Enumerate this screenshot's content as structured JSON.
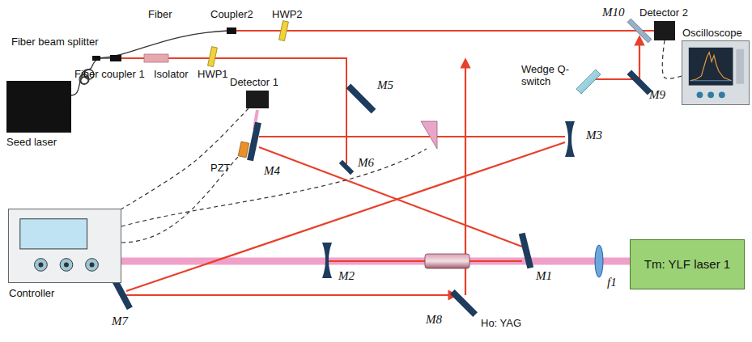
{
  "diagram": {
    "nodes": [
      {
        "text": [
          "Seed laser"
        ]
      },
      {
        "text": [
          "Detector 1"
        ]
      },
      {
        "text": [
          "Detector 2"
        ]
      },
      {
        "text": [
          "Oscilloscope"
        ]
      },
      {
        "text": [
          "Controller"
        ]
      },
      {
        "text": [
          "Tm: YLF laser 1"
        ]
      }
    ],
    "edges": [
      {
        "from": 1,
        "to": 4,
        "arrow": "none"
      },
      {
        "from": 2,
        "to": 3,
        "arrow": "none"
      }
    ],
    "labels": [
      "Fiber",
      "Coupler2",
      "HWP2",
      "M10",
      "Fiber beam splitter",
      "Fiber coupler 1",
      "Isolator",
      "HWP1",
      "M5",
      "M9",
      "Wedge Q-switch",
      "M3",
      "M4",
      "PZT",
      "M6",
      "M2",
      "M1",
      "f1",
      "Ho: YAG",
      "M7",
      "M8"
    ]
  }
}
